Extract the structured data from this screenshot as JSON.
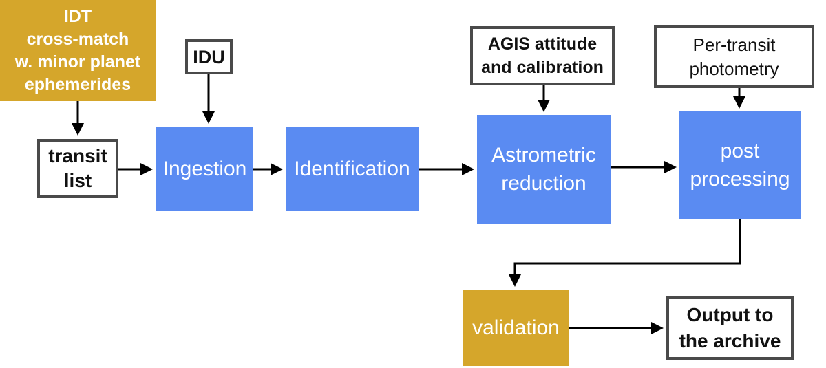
{
  "colors": {
    "gold": "#D5A62B",
    "blue": "#5A8BF2",
    "box-border": "#4A4A4A",
    "arrow": "#000000",
    "text-dark": "#111111",
    "text-light": "#FFFFFF",
    "background": "#FFFFFF"
  },
  "nodes": {
    "idt": {
      "type": "gold",
      "lines": [
        "IDT",
        "cross-match",
        "w. minor planet",
        "ephemerides"
      ]
    },
    "transit_list": {
      "type": "outlined",
      "lines": [
        "transit",
        "list"
      ]
    },
    "idu": {
      "type": "outlined",
      "label": "IDU"
    },
    "ingestion": {
      "type": "blue",
      "label": "Ingestion"
    },
    "identification": {
      "type": "blue",
      "label": "Identification"
    },
    "agis": {
      "type": "outlined",
      "lines": [
        "AGIS attitude",
        "and calibration"
      ]
    },
    "astrometric": {
      "type": "blue",
      "lines": [
        "Astrometric",
        "reduction"
      ]
    },
    "per_transit": {
      "type": "outlined",
      "lines": [
        "Per-transit",
        "photometry"
      ]
    },
    "post_processing": {
      "type": "blue",
      "lines": [
        "post",
        "processing"
      ]
    },
    "validation": {
      "type": "gold",
      "label": "validation"
    },
    "output": {
      "type": "outlined",
      "lines": [
        "Output to",
        "the archive"
      ]
    }
  },
  "edges": [
    {
      "from": "idt",
      "to": "transit_list"
    },
    {
      "from": "idu",
      "to": "ingestion"
    },
    {
      "from": "transit_list",
      "to": "ingestion"
    },
    {
      "from": "ingestion",
      "to": "identification"
    },
    {
      "from": "identification",
      "to": "astrometric"
    },
    {
      "from": "agis",
      "to": "astrometric"
    },
    {
      "from": "astrometric",
      "to": "post_processing"
    },
    {
      "from": "per_transit",
      "to": "post_processing"
    },
    {
      "from": "post_processing",
      "to": "validation"
    },
    {
      "from": "validation",
      "to": "output"
    }
  ]
}
